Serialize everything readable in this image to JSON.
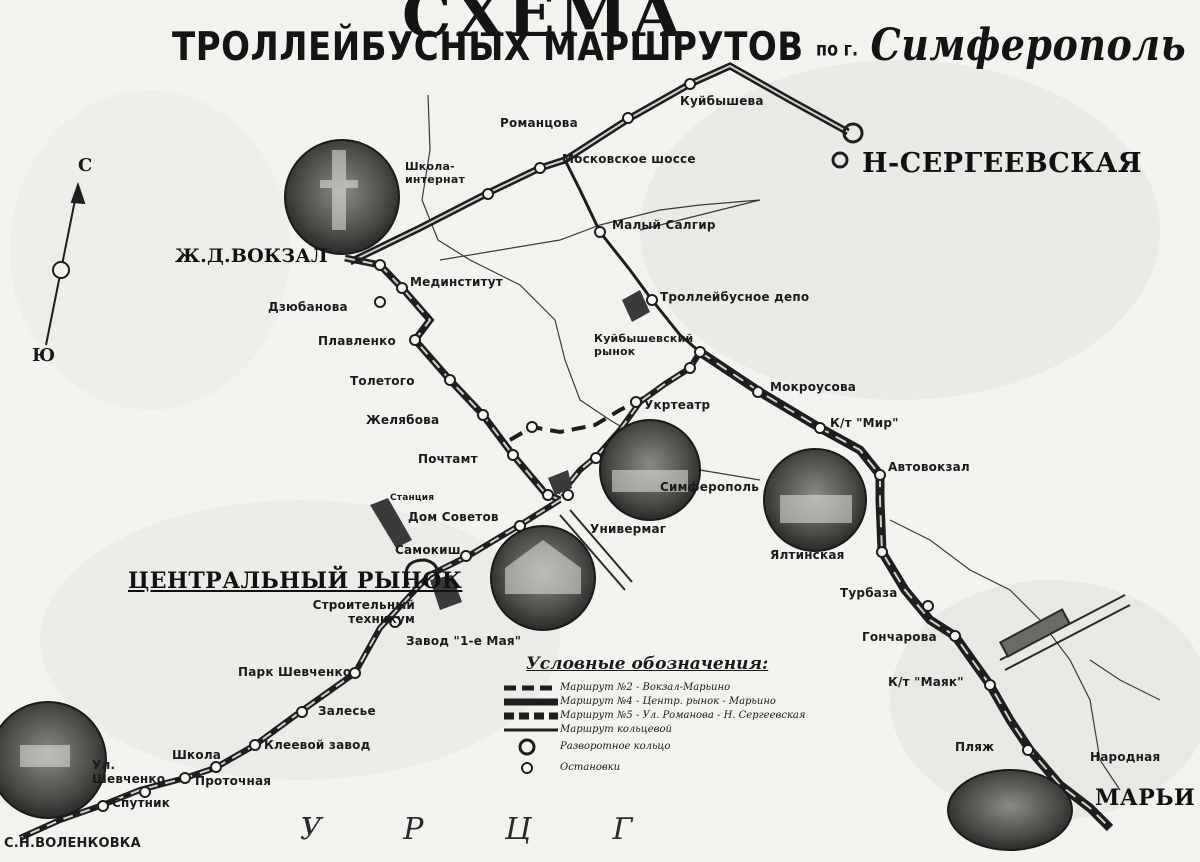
{
  "title": {
    "main": "СХЕМА",
    "subtitle": "ТРОЛЛЕЙБУСНЫХ МАРШРУТОВ",
    "preposition": "по г.",
    "city": "Симферополь"
  },
  "compass": {
    "north": "С",
    "south": "Ю"
  },
  "stops": [
    "Куйбышева",
    "Романцова",
    "Московское шоссе",
    "Школа-интернат",
    "Малый Салгир",
    "Троллейбусное депо",
    "Мединститут",
    "Дзюбанова",
    "Плавленко",
    "Толетого",
    "Желябова",
    "Почтамт",
    "Куйбышевский рынок",
    "Мокроусова",
    "К/т \"Мир\"",
    "Укртеатр",
    "Автовокзал",
    "Симферополь",
    "Универмаг",
    "Дом Советов",
    "Самокиш",
    "Ялтинская",
    "Строительный техникум",
    "Турбаза",
    "Гончарова",
    "Завод \"1-е Мая\"",
    "Парк Шевченко",
    "Залесье",
    "Клеевой завод",
    "К/т \"Маяк\"",
    "Пляж",
    "Народная",
    "Школа",
    "Ул. Шевченко",
    "Проточная",
    "Спутник",
    "Станция",
    "Ж/Д вокзал"
  ],
  "major_labels": {
    "railway_station": "Ж.Д.ВОКЗАЛ",
    "north_terminus": "Н-СЕРГЕЕВСКАЯ",
    "central_market": "ЦЕНТРАЛЬНЫЙ РЫНОК",
    "south_terminus": "МАРЬИ",
    "bottom_left": "С.Н.ВОЛЕНКОВКА"
  },
  "legend": {
    "title": "Условные обозначения:",
    "items": [
      "Маршрут №2 - Вокзал-Марьино",
      "Маршрут №4 - Центр. рынок - Марьино",
      "Маршрут №5 - Ул. Романова - Н. Сергеевская",
      "Маршрут кольцевой",
      "Разворотное кольцо",
      "Остановки"
    ]
  },
  "bottom_text": "У Р Ц Г",
  "colors": {
    "ink": "#1a1a1a",
    "paper": "#f2f2ef"
  }
}
